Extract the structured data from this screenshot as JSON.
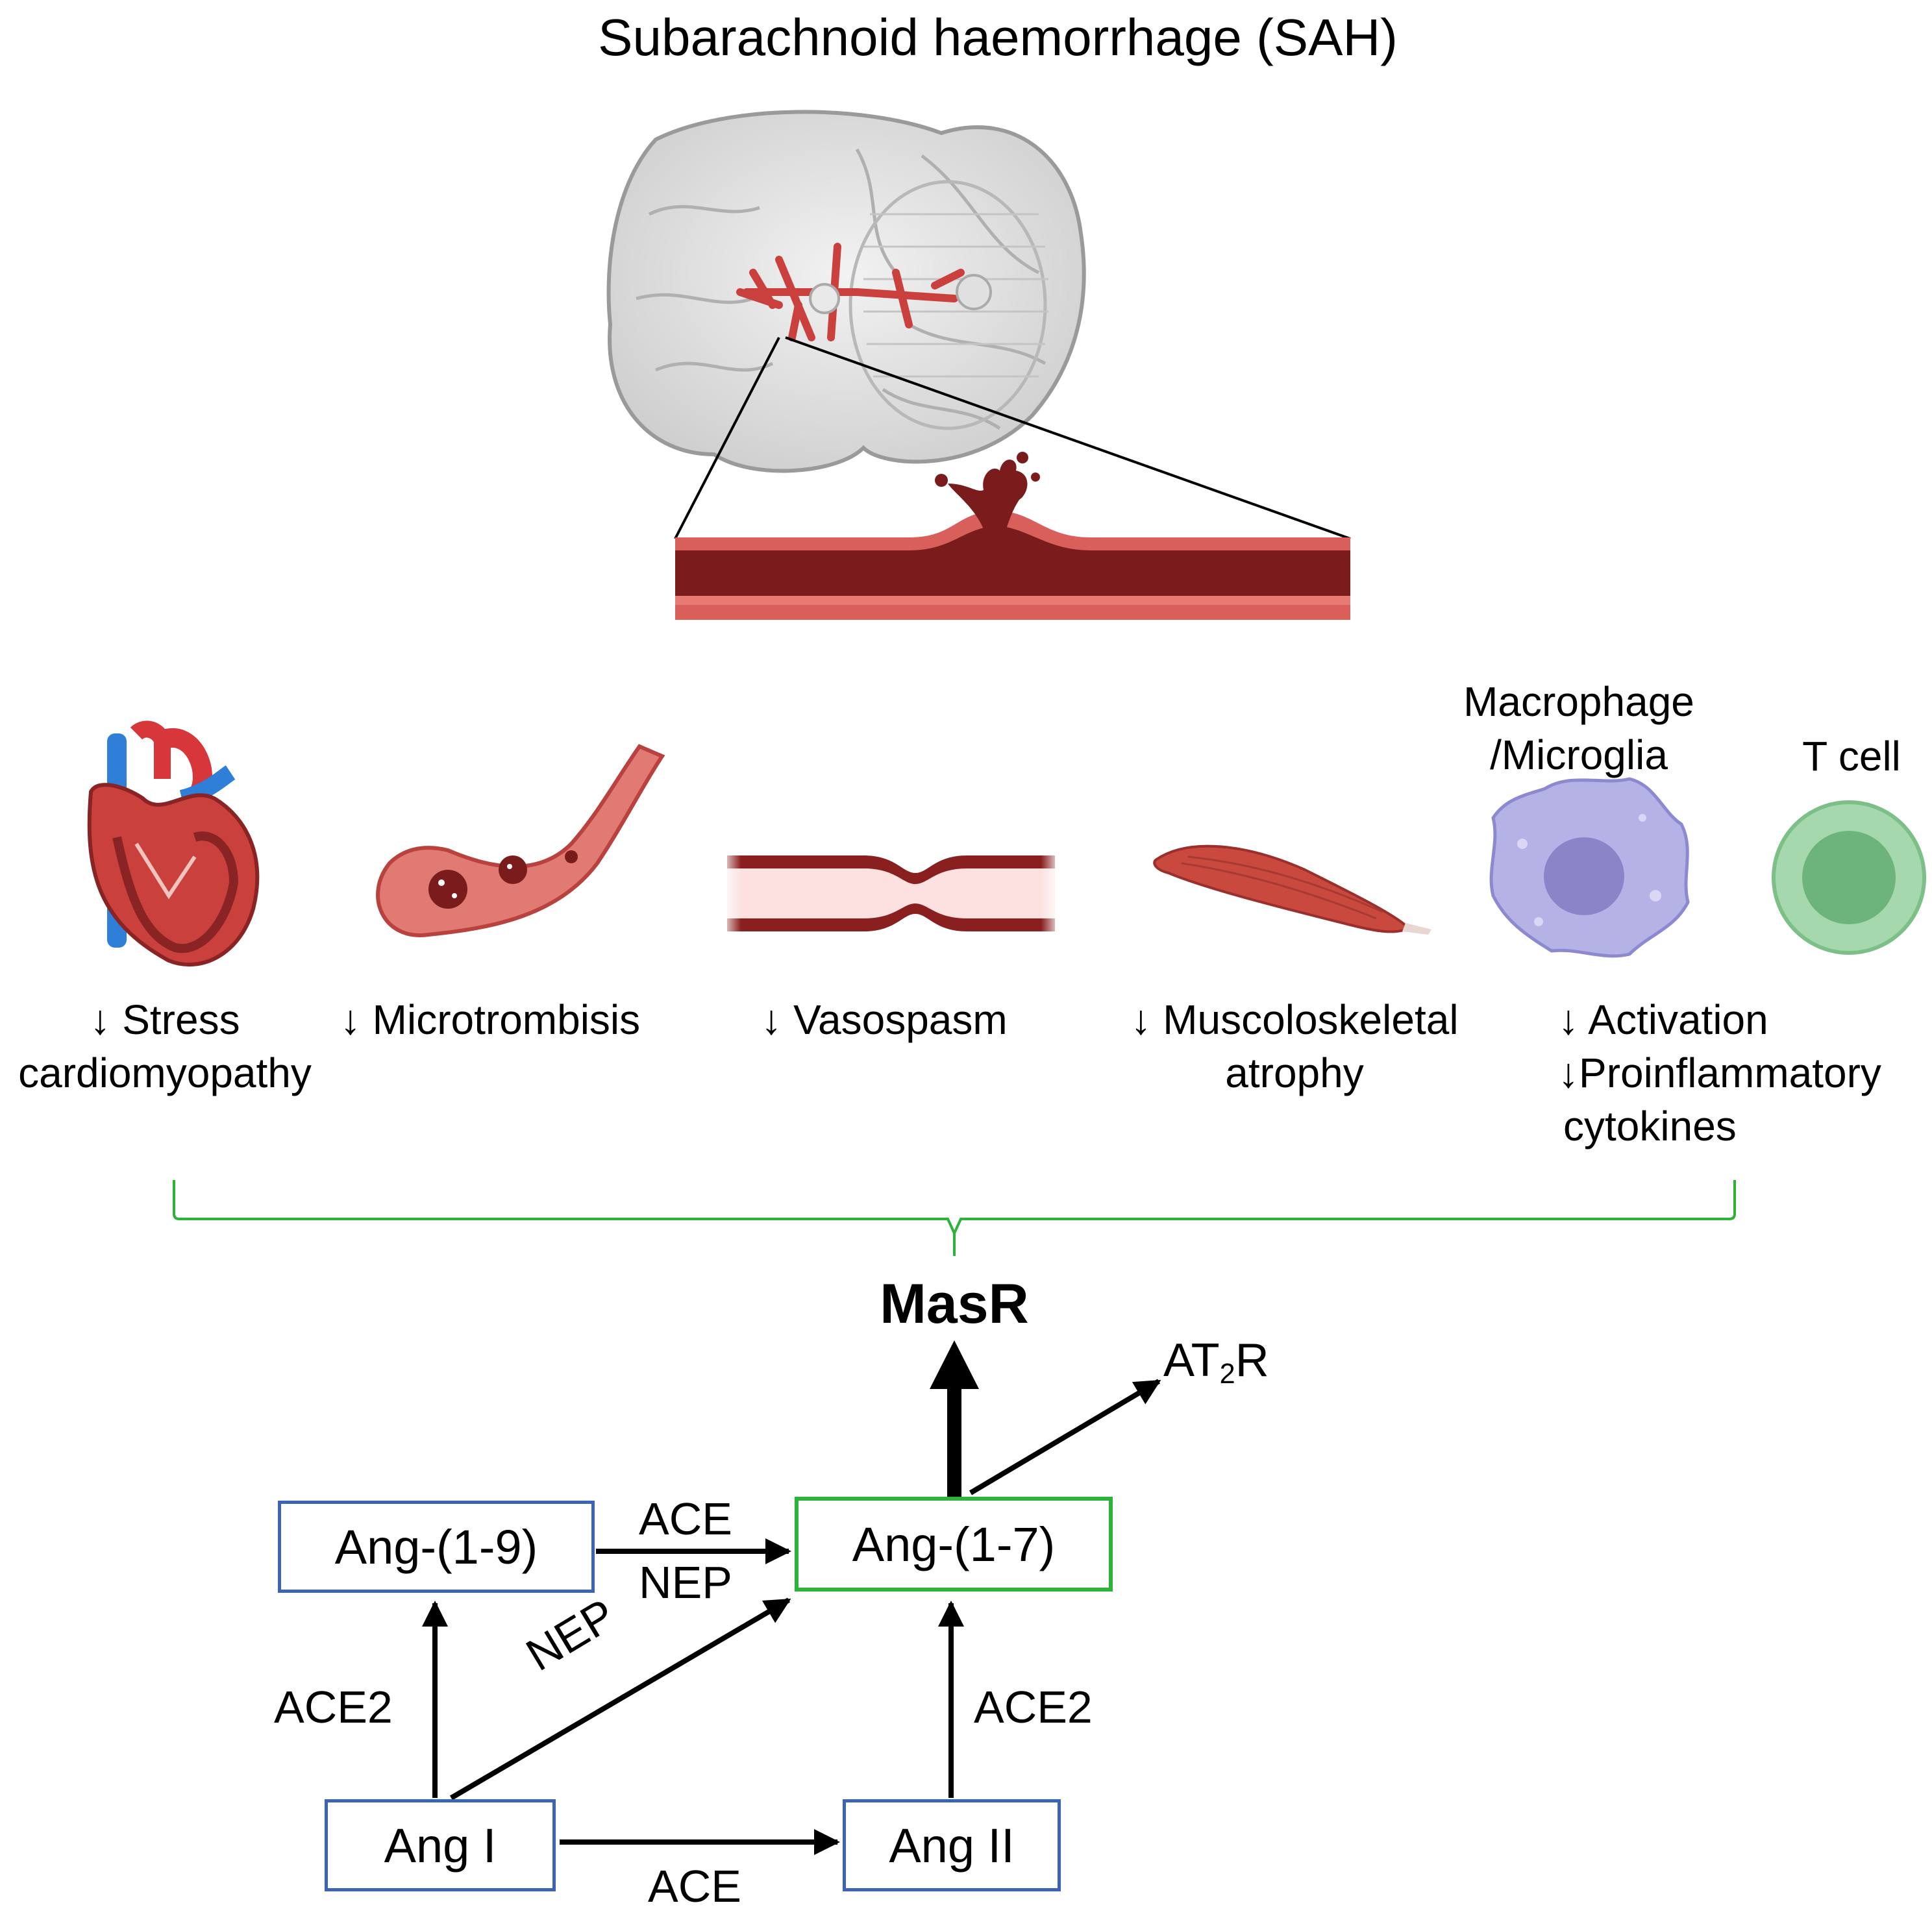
{
  "title": "Subarachnoid haemorrhage (SAH)",
  "effects": [
    {
      "line1": "↓ Stress",
      "line2": "cardiomyopathy"
    },
    {
      "line1": "↓ Microtrombisis"
    },
    {
      "line1": "↓ Vasospasm"
    },
    {
      "line1": "↓ Muscoloskeletal",
      "line2": "atrophy"
    },
    {
      "line1": "↓ Activation",
      "line2": "↓Proinflammatory",
      "line3": "cytokines"
    }
  ],
  "cells": {
    "macrophage": {
      "line1": "Macrophage",
      "line2": "/Microglia"
    },
    "tcell": "T cell"
  },
  "pathway": {
    "receptor": "MasR",
    "at2r_main": "AT",
    "at2r_sub": "2",
    "at2r_end": "R",
    "nodes": {
      "ang19": "Ang-(1-9)",
      "ang17": "Ang-(1-7)",
      "ang1": "Ang I",
      "ang2": "Ang II"
    },
    "enzymes": {
      "ace_top": "ACE",
      "nep_top": "NEP",
      "nep_diag": "NEP",
      "ace2_left": "ACE2",
      "ace2_right": "ACE2",
      "ace_bottom": "ACE"
    }
  },
  "colors": {
    "blue_box": "#3b64b4",
    "green_box": "#2db33a",
    "vessel_dark": "#7a1c1c",
    "vessel_light": "#d2524e",
    "macrophage": "#b5b3e6",
    "tcell": "#9ed3a7"
  }
}
